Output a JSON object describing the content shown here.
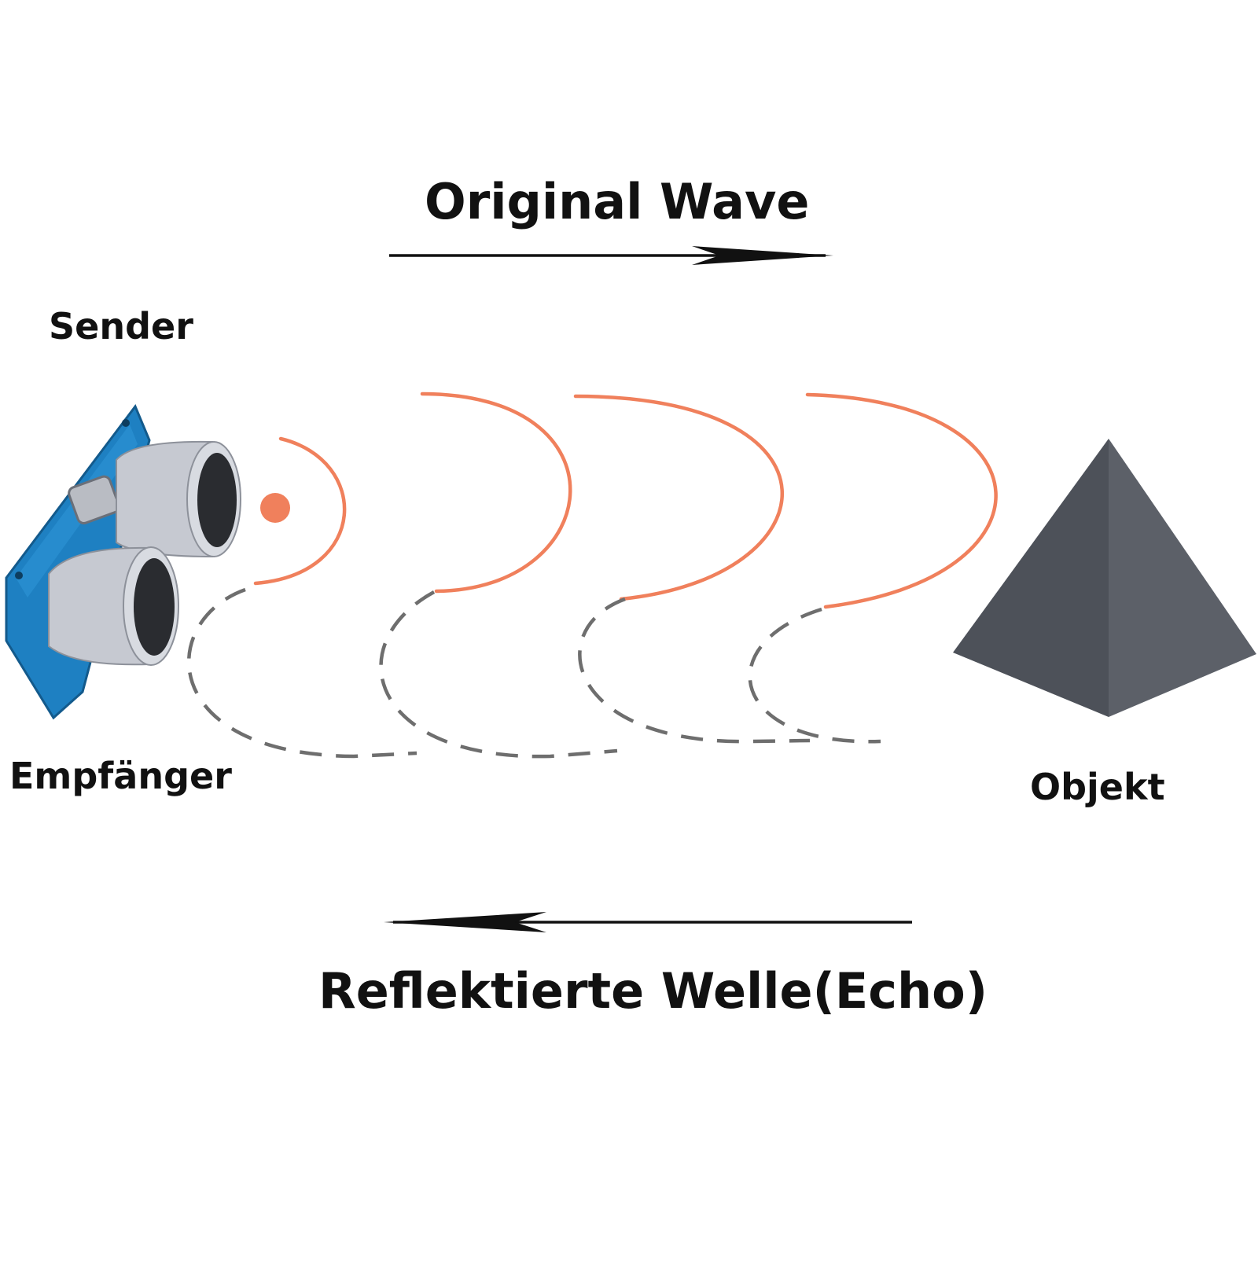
{
  "labels": {
    "original_wave": "Original Wave",
    "reflected_wave": "Reflektierte Welle(Echo)",
    "sender": "Sender",
    "receiver": "Empfänger",
    "object": "Objekt"
  },
  "colors": {
    "original_wave": "#f0805c",
    "reflected_wave": "#6e6e6e",
    "arrow": "#111111",
    "sensor_board": "#1f7fc0",
    "transducer": "#c9ccd4",
    "object": "#4d5159"
  },
  "icons": {
    "sensor": "ultrasonic-sensor-icon",
    "object": "pyramid-icon"
  },
  "wave_counts": {
    "original_arcs": 4,
    "reflected_arcs": 4
  }
}
